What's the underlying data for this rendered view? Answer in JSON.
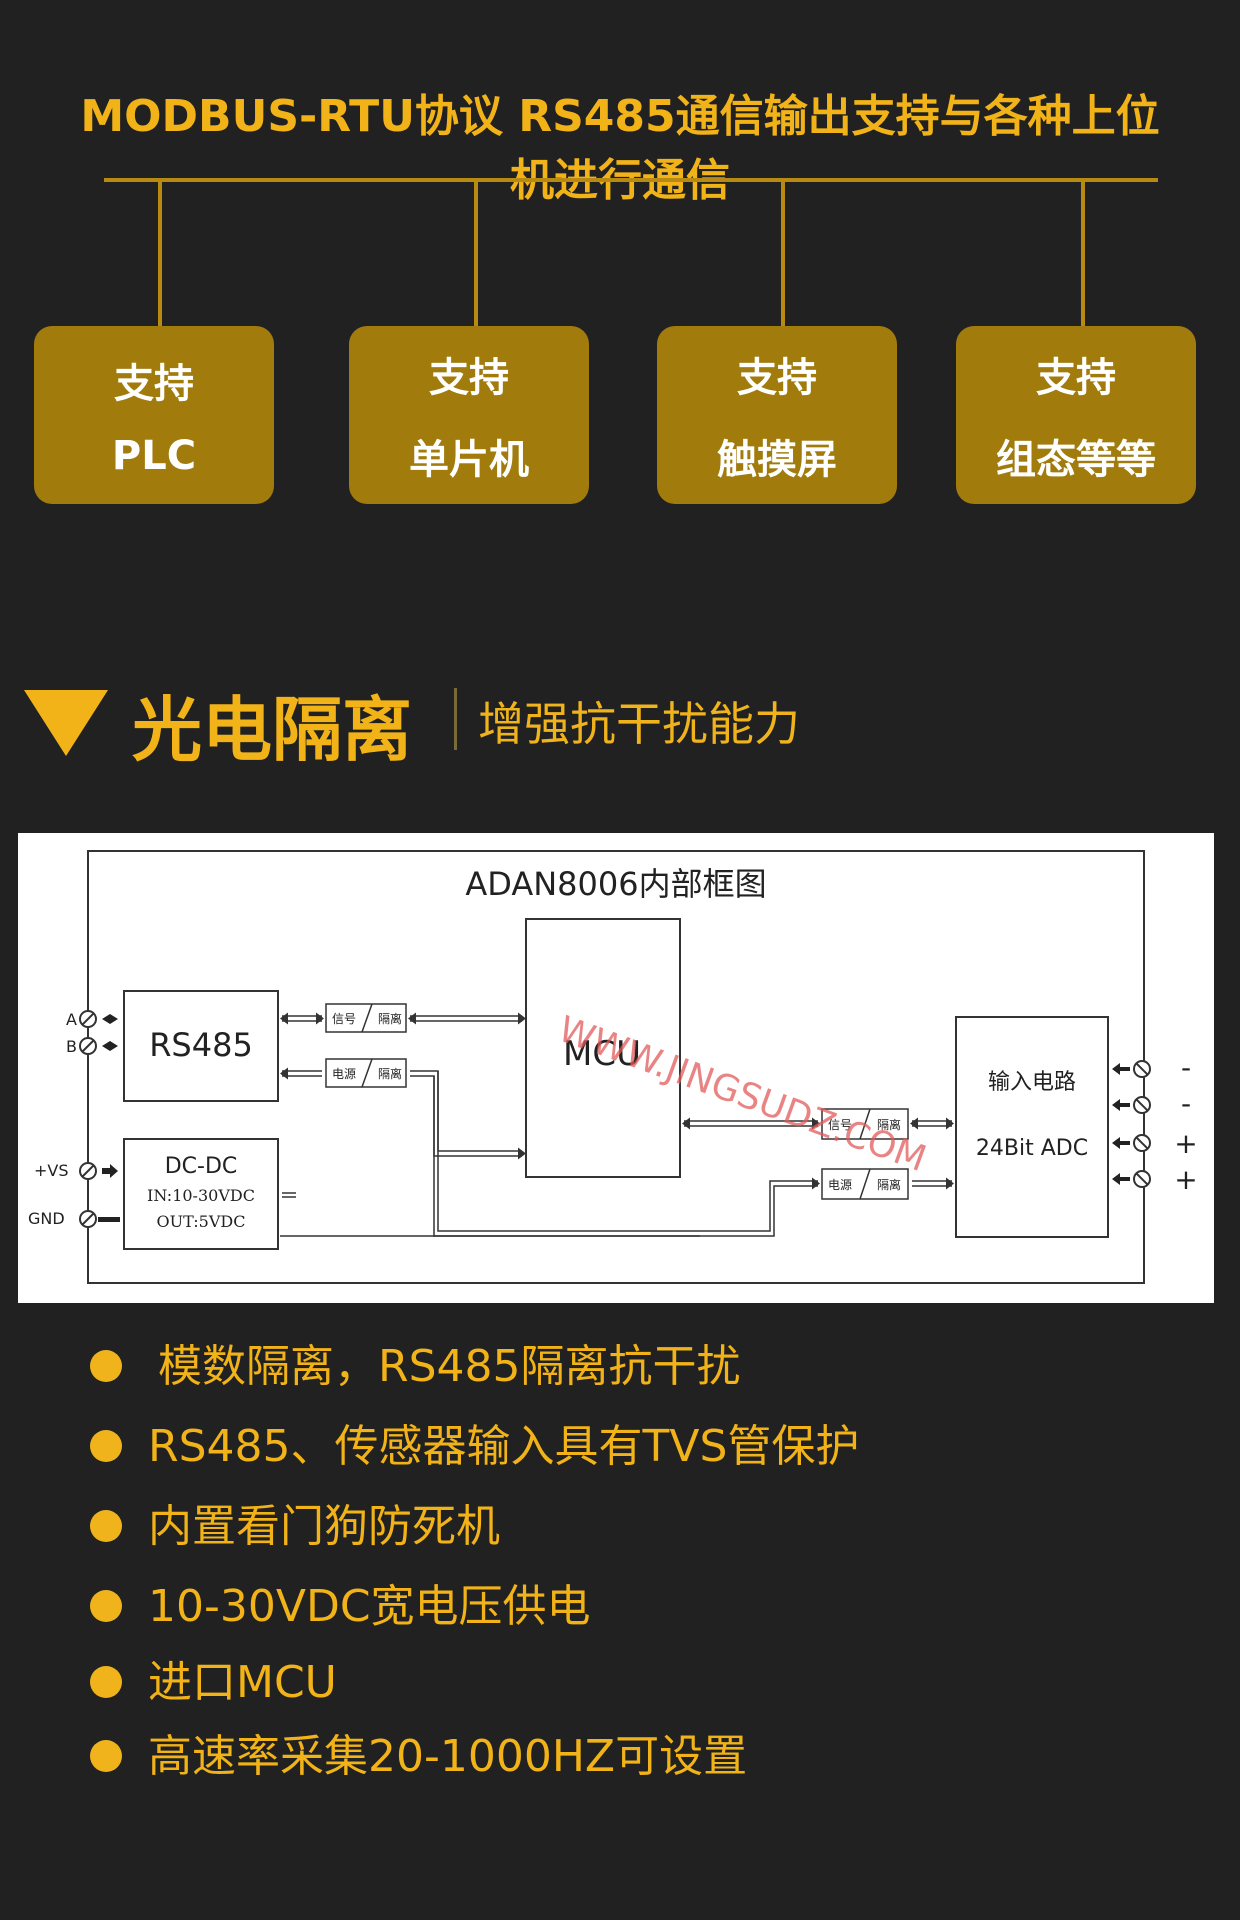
{
  "headline": "MODBUS-RTU协议 RS485通信输出支持与各种上位机进行通信",
  "support_boxes": [
    {
      "line1": "支持",
      "line2": "PLC"
    },
    {
      "line1": "支持",
      "line2": "单片机"
    },
    {
      "line1": "支持",
      "line2": "触摸屏"
    },
    {
      "line1": "支持",
      "line2": "组态等等"
    }
  ],
  "section": {
    "title": "光电隔离",
    "subtitle": "增强抗干扰能力"
  },
  "diagram": {
    "title": "ADAN8006内部框图",
    "terminals_left": [
      "A",
      "B",
      "+VS",
      "GND"
    ],
    "rs485": "RS485",
    "dcdc": {
      "line1": "DC-DC",
      "line2": "IN:10-30VDC",
      "line3": "OUT:5VDC"
    },
    "mcu": "MCU",
    "iso_signal": "信号",
    "iso_isolate": "隔离",
    "iso_power": "电源",
    "input_block": {
      "line1": "输入电路",
      "line2": "24Bit ADC"
    },
    "terminals_right": [
      "-",
      "-",
      "+",
      "+"
    ],
    "watermark": "WWW.JINGSUDZ.COM"
  },
  "features": [
    "模数隔离，RS485隔离抗干扰",
    "RS485、传感器输入具有TVS管保护",
    "内置看门狗防死机",
    "10-30VDC宽电压供电",
    "进口MCU",
    "高速率采集20-1000HZ可设置"
  ],
  "colors": {
    "background": "#212121",
    "accent": "#f2b319",
    "box": "#a17b0c"
  }
}
